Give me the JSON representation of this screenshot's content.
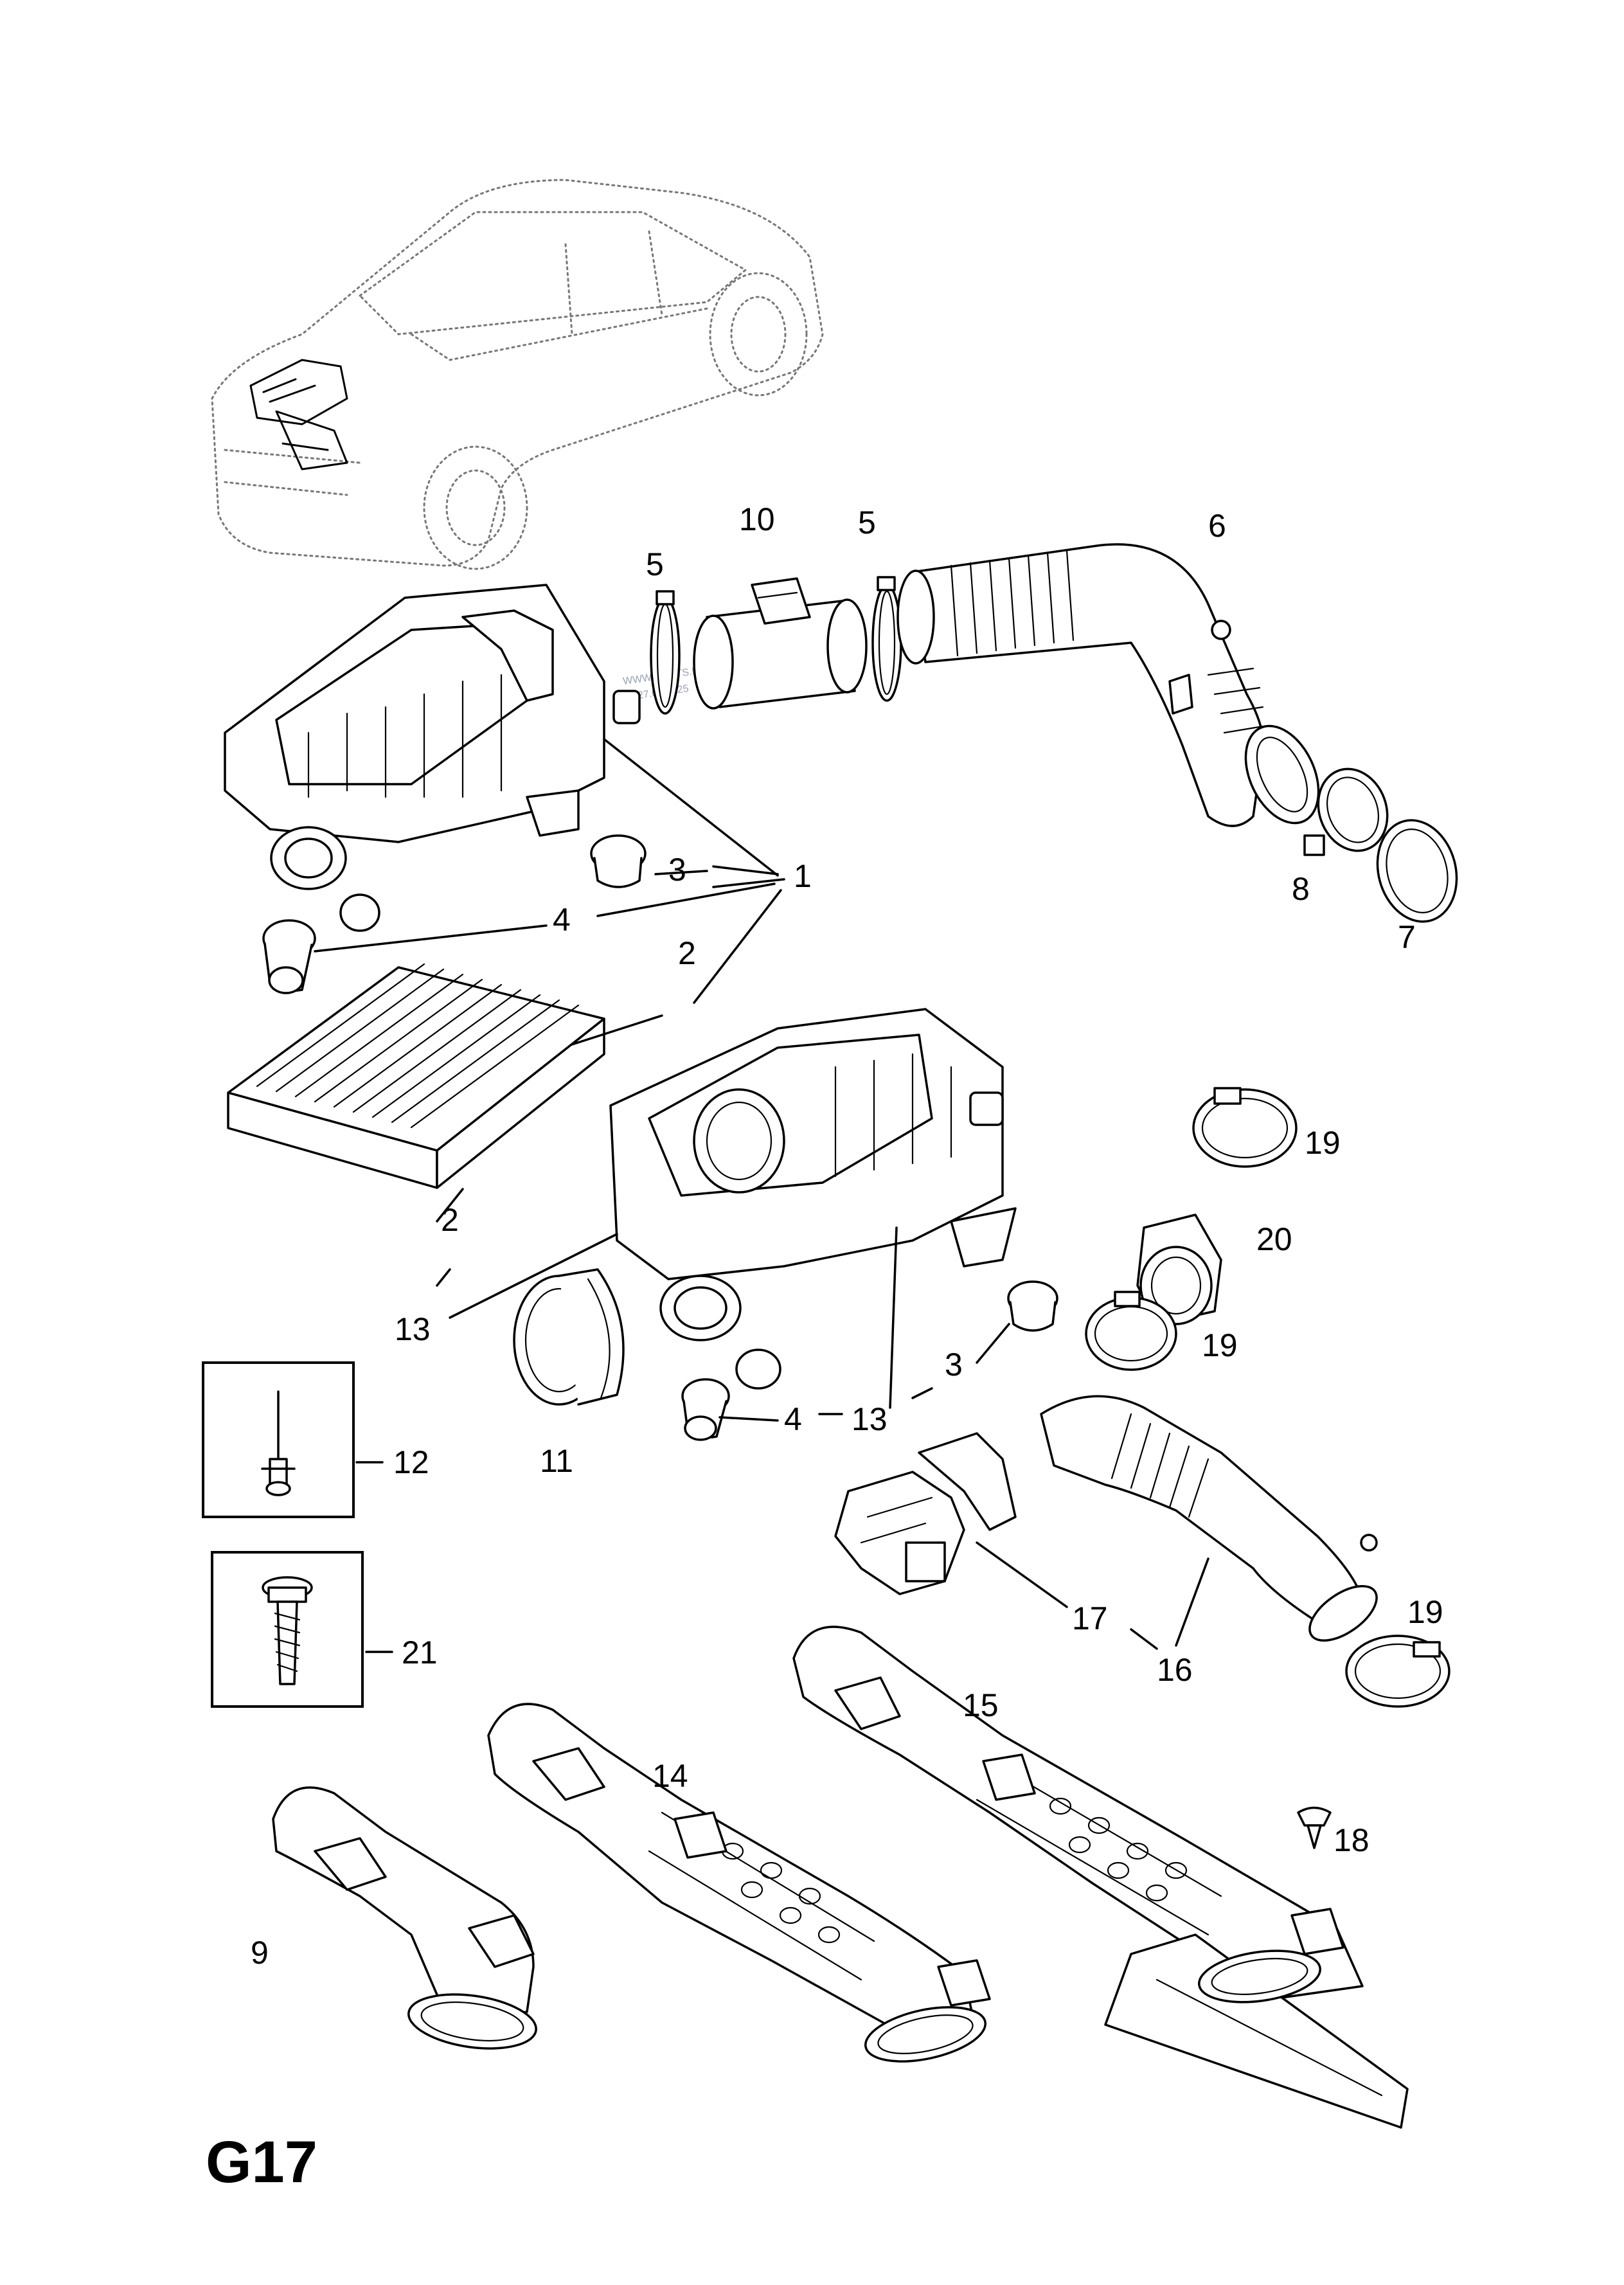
{
  "sheet": {
    "code": "G17"
  },
  "watermark": {
    "line1": "WWW.ILCATS.RU",
    "line2": "11.27.06.2025"
  },
  "callouts": {
    "c1": "1",
    "c2a": "2",
    "c2b": "2",
    "c3a": "3",
    "c3b": "3",
    "c4a": "4",
    "c4b": "4",
    "c5a": "5",
    "c5b": "5",
    "c6": "6",
    "c7": "7",
    "c8": "8",
    "c9": "9",
    "c10": "10",
    "c11": "11",
    "c12": "12",
    "c13a": "13",
    "c13b": "13",
    "c14": "14",
    "c15": "15",
    "c16": "16",
    "c17": "17",
    "c18": "18",
    "c19a": "19",
    "c19b": "19",
    "c19c": "19",
    "c20": "20",
    "c21": "21"
  },
  "icons": {
    "vehicle": "car-outline-icon",
    "rivet": "rivet-icon",
    "screw": "screw-icon"
  }
}
